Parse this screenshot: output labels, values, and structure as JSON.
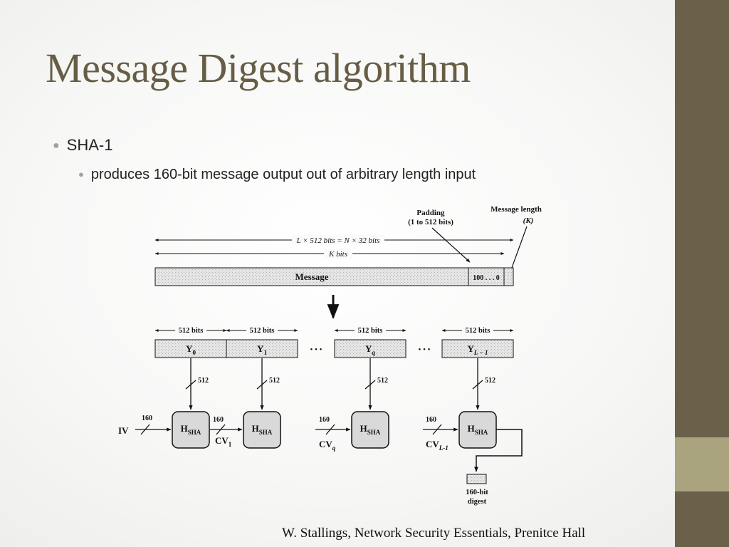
{
  "title": "Message Digest algorithm",
  "bullets": {
    "level1": "SHA-1",
    "level2": "produces 160-bit message output out of arbitrary length input"
  },
  "diagram": {
    "padding_label": "Padding",
    "padding_range": "(1 to 512 bits)",
    "message_length_label": "Message length",
    "message_length_var": "(K)",
    "total_bits": "L × 512 bits = N × 32 bits",
    "k_bits": "K bits",
    "message": "Message",
    "pad_pattern": "100 . . . 0",
    "block_bits": "512 bits",
    "blocks": [
      "Y",
      "Y",
      "Y",
      "Y"
    ],
    "block_subs": [
      "0",
      "1",
      "q",
      "L − 1"
    ],
    "ellipsis": "• • •",
    "line_width": "512",
    "hash_label": "H",
    "hash_sub": "SHA",
    "iv": "IV",
    "chain_width": "160",
    "cv": "CV",
    "cv_subs": [
      "1",
      "q",
      "L-1"
    ],
    "digest_line1": "160-bit",
    "digest_line2": "digest"
  },
  "credit": "W. Stallings, Network Security Essentials, Prenitce Hall",
  "colors": {
    "title": "#665d45",
    "sidebar": "#6b604a",
    "sidebar_accent": "#a9a37e"
  }
}
